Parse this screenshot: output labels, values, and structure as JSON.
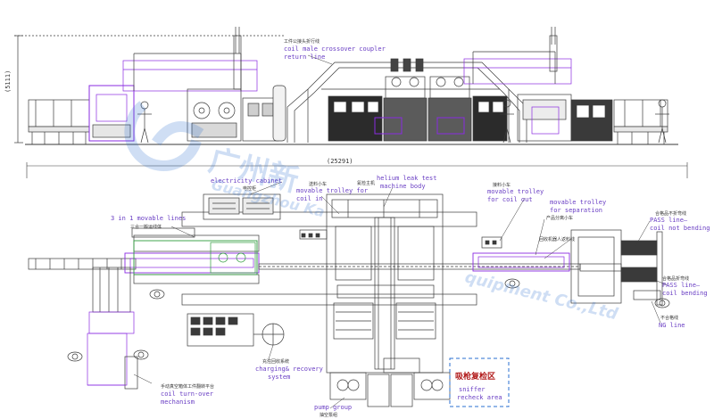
{
  "dimensions": {
    "overall_height": "(5111)",
    "overall_length": "(25291)"
  },
  "labels": {
    "coil_male_crossover": {
      "cn": "工件公接头折行线",
      "en_line1": "coil male crossover coupler",
      "en_line2": "return line"
    },
    "electricity_cabinet": {
      "en": "electricity cabinet",
      "cn": "电控柜"
    },
    "movable_trolley_in": {
      "cn": "送料小车",
      "en_line1": "movable trolley for",
      "en_line2": "coil in"
    },
    "helium_box": {
      "cn": "氦检主机",
      "en_line1": "helium leak test",
      "en_line2": "machine body"
    },
    "movable_trolley_out": {
      "cn": "接料小车",
      "en_line1": "movable trolley",
      "en_line2": "for coil out"
    },
    "movable_separation": {
      "cn": "产品分离小车",
      "en_line1": "movable trolley",
      "en_line2": "for separation"
    },
    "three_in_one": {
      "en": "3 in 1 movable lines",
      "cn": "三合一搬运线体"
    },
    "pass_not_bending": {
      "cn": "合格品不折弯线",
      "en_line1": "PASS line—",
      "en_line2": "coil not bending"
    },
    "pass_bending": {
      "cn": "合格品折弯线",
      "en_line1": "PASS line—",
      "en_line2": "coil bending"
    },
    "ng_line": {
      "cn": "不合格线",
      "en": "NG line"
    },
    "mid_conveyor": {
      "cn": "回收机器人返料线"
    },
    "coil_turnover": {
      "cn": "手动真空箱体工件翻转平台",
      "en_line1": "coil turn-over",
      "en_line2": "mechanism"
    },
    "charging_recovery": {
      "cn": "充注回收系统",
      "en_line1": "charging& recovery",
      "en_line2": "system"
    },
    "pump_group": {
      "en": "pump group",
      "cn": "抽空泵组"
    },
    "sniffer_box": {
      "cn": "吸枪复检区",
      "en_line1": "sniffer",
      "en_line2": "recheck area"
    }
  },
  "watermark": {
    "cn": "广州新",
    "en_line1": "Guangzhou Ka",
    "en_line2": "quipment Co.,Ltd"
  },
  "colors": {
    "line": "#3a3a3a",
    "accent": "#8a2be2",
    "label": "#6a3fc4",
    "sniffer_title": "#b01818",
    "watermark": "#2a6fd0"
  }
}
